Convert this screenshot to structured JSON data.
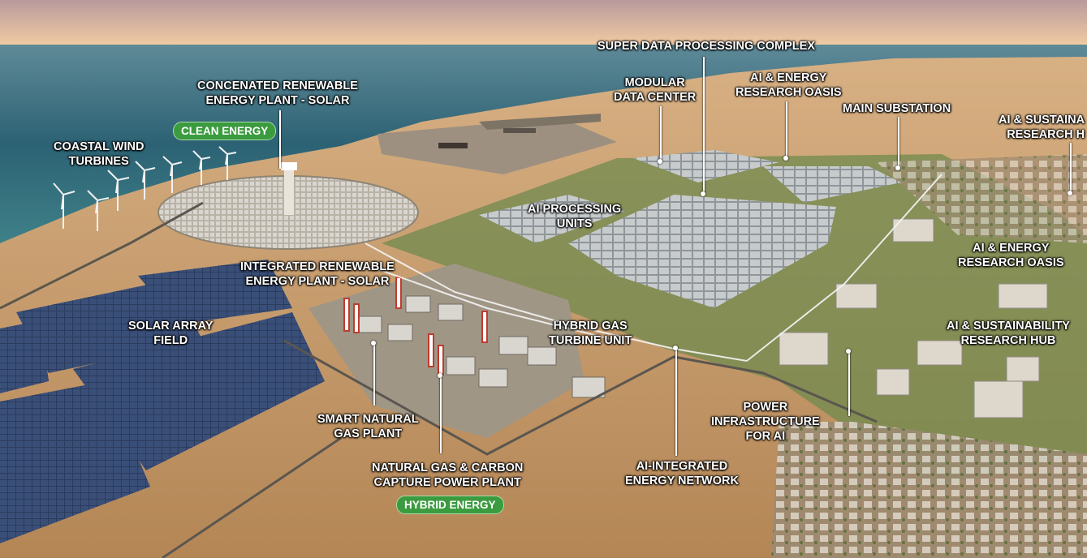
{
  "scene": {
    "labels": {
      "super_data_complex": [
        "SUPER DATA PROCESSING COMPLEX"
      ],
      "concentrated_solar": [
        "CONCENATED RENEWABLE",
        "ENERGY PLANT - SOLAR"
      ],
      "coastal_wind": [
        "COASTAL WIND",
        "TURBINES"
      ],
      "modular_data_center": [
        "MODULAR",
        "DATA CENTER"
      ],
      "ai_energy_oasis_top": [
        "AI & ENERGY",
        "RESEARCH OASIS"
      ],
      "main_substation": [
        "MAIN SUBSTATION"
      ],
      "ai_sustainability_top": [
        "AI & SUSTAINA",
        "RESEARCH H"
      ],
      "ai_processing_units": [
        "AI PROCESSING",
        "UNITS"
      ],
      "integrated_solar": [
        "INTEGRATED RENEWABLE",
        "ENERGY PLANT - SOLAR"
      ],
      "solar_array_field": [
        "SOLAR ARRAY",
        "FIELD"
      ],
      "hybrid_gas_turbine": [
        "HYBRID GAS",
        "TURBINE UNIT"
      ],
      "ai_energy_oasis_right": [
        "AI & ENERGY",
        "RESEARCH OASIS"
      ],
      "ai_sustainability_right": [
        "AI & SUSTAINABILITY",
        "RESEARCH HUB"
      ],
      "smart_natural_gas": [
        "SMART NATURAL",
        "GAS PLANT"
      ],
      "power_infrastructure": [
        "POWER",
        "INFRASTRUCTURE",
        "FOR AI"
      ],
      "natural_gas_carbon": [
        "NATURAL GAS & CARBON",
        "CAPTURE POWER PLANT"
      ],
      "ai_integrated_network": [
        "AI-INTEGRATED",
        "ENERGY NETWORK"
      ]
    },
    "badges": {
      "clean_energy": "CLEAN ENERGY",
      "hybrid_energy": "HYBRID ENERGY"
    },
    "colors": {
      "badge_green": "#3b9b3f",
      "sea": "#2e6476",
      "sand": "#c99c69",
      "solar_panel": "#2d3f63"
    }
  }
}
